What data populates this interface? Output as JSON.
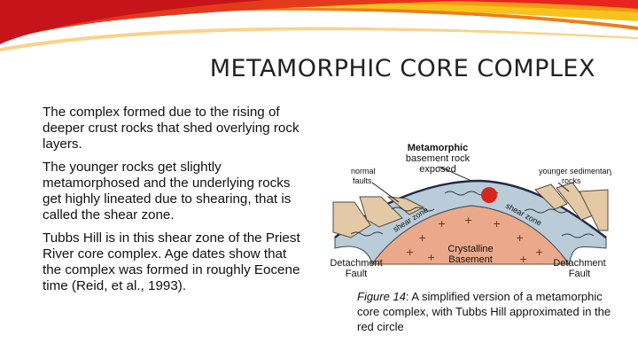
{
  "slide": {
    "title": "METAMORPHIC CORE COMPLEX",
    "paragraphs": [
      "The complex formed due to the rising of deeper crust rocks that shed overlying rock layers.",
      "The younger rocks get slightly metamorphosed and the underlying rocks get highly lineated due to shearing, that is called the shear zone.",
      "Tubbs Hill is in this shear zone of the Priest River core complex. Age dates show that the complex was formed in roughly Eocene time (Reid, et al., 1993)."
    ]
  },
  "diagram": {
    "labels": {
      "top_1": "Metamorphic",
      "top_2": "basement rock",
      "top_3": "exposed",
      "normal_1": "normal",
      "normal_2": "faults",
      "younger_1": "younger sedimentary",
      "younger_2": "rocks",
      "shear_left": "shear zone",
      "shear_right": "shear zone",
      "crystalline_1": "Crystalline",
      "crystalline_2": "Basement",
      "detach_left_1": "Detachment",
      "detach_left_2": "Fault",
      "detach_right_1": "Detachment",
      "detach_right_2": "Fault"
    },
    "colors": {
      "sediment": "#e3c9a6",
      "shear_zone": "#b9ccd8",
      "basement": "#eaa98a",
      "marker": "#d8261c"
    }
  },
  "caption": {
    "figure_label": "Figure 14",
    "text": ": A simplified version of a metamorphic core complex, with Tubbs Hill approximated in the red circle"
  }
}
